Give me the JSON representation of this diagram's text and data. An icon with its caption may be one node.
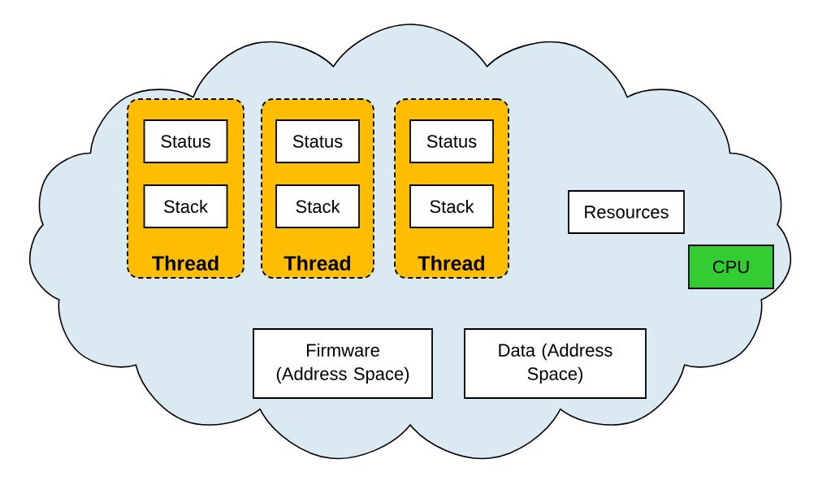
{
  "diagram": {
    "nodes": [
      {
        "text": [],
        "shape": "cloud"
      },
      {
        "text": [
          "Thread"
        ],
        "in": 0
      },
      {
        "text": [
          "Status"
        ],
        "in": 1
      },
      {
        "text": [
          "Stack"
        ],
        "in": 1
      },
      {
        "text": [
          "Thread"
        ],
        "in": 0
      },
      {
        "text": [
          "Status"
        ],
        "in": 4
      },
      {
        "text": [
          "Stack"
        ],
        "in": 4
      },
      {
        "text": [
          "Thread"
        ],
        "in": 0
      },
      {
        "text": [
          "Status"
        ],
        "in": 7
      },
      {
        "text": [
          "Stack"
        ],
        "in": 7
      },
      {
        "text": [
          "Resources"
        ],
        "in": 0
      },
      {
        "text": [
          "CPU"
        ],
        "in": 0
      },
      {
        "text": [
          "Firmware (Address Space)"
        ],
        "in": 0
      },
      {
        "text": [
          "Data (Address Space)"
        ],
        "in": 0
      }
    ]
  }
}
